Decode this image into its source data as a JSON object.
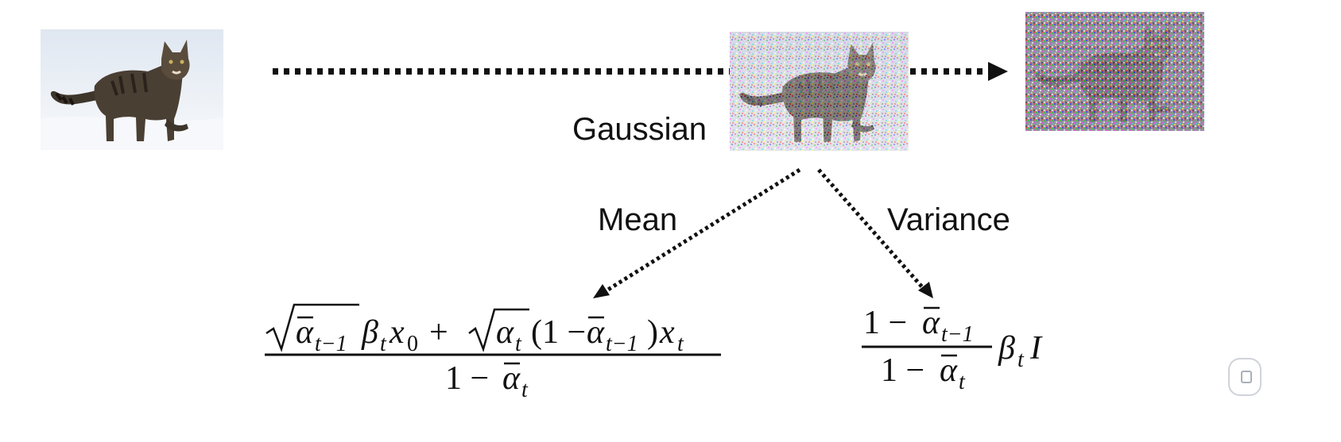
{
  "labels": {
    "gaussian": "Gaussian",
    "mean": "Mean",
    "variance": "Variance"
  },
  "images": [
    {
      "name": "clean-cat-image",
      "subject": "cat on snow",
      "noise_level": 0.0
    },
    {
      "name": "noisy-cat-image",
      "subject": "cat on snow with noise",
      "noise_level": 0.5
    },
    {
      "name": "very-noisy-cat-image",
      "subject": "cat on snow, heavy noise",
      "noise_level": 0.85
    }
  ],
  "formulas": {
    "mean": {
      "numerator": "√ᾱ_{t−1} β_t x_0 + √α_t (1 − ᾱ_{t−1}) x_t",
      "denominator": "1 − ᾱ_t"
    },
    "variance": {
      "numerator": "1 − ᾱ_{t−1}",
      "denominator": "1 − ᾱ_t",
      "factor": "β_t I"
    }
  },
  "colors": {
    "ink": "#111111",
    "snow": "#e9eef5",
    "cat": "#4a3f33"
  }
}
